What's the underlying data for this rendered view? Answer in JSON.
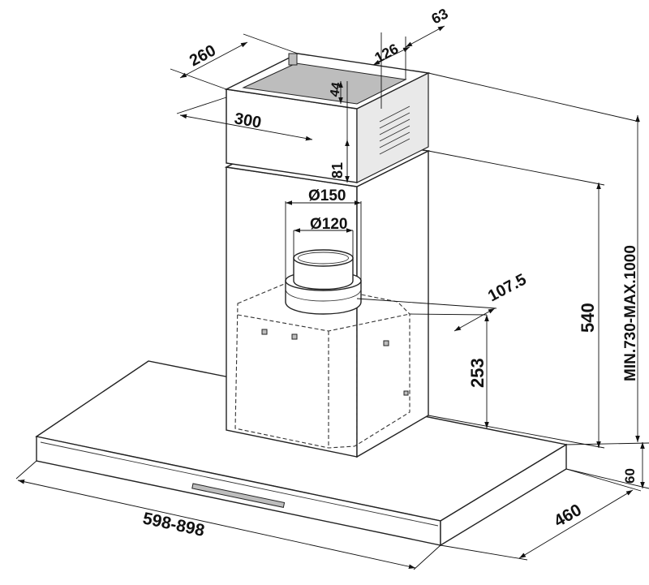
{
  "dimensions": {
    "filter_depth": "260",
    "filter_width": "300",
    "offset_126": "126",
    "offset_63": "63",
    "height_44": "44",
    "height_81": "81",
    "duct_outer": "150",
    "duct_inner": "120",
    "outlet_offset": "107.5",
    "outlet_height": "253",
    "chimney_height": "540",
    "overall_height": "MIN.730-MAX.1000",
    "canopy_thickness": "60",
    "canopy_width": "598-898",
    "canopy_depth": "460"
  },
  "symbols": {
    "diameter": "Ø"
  }
}
